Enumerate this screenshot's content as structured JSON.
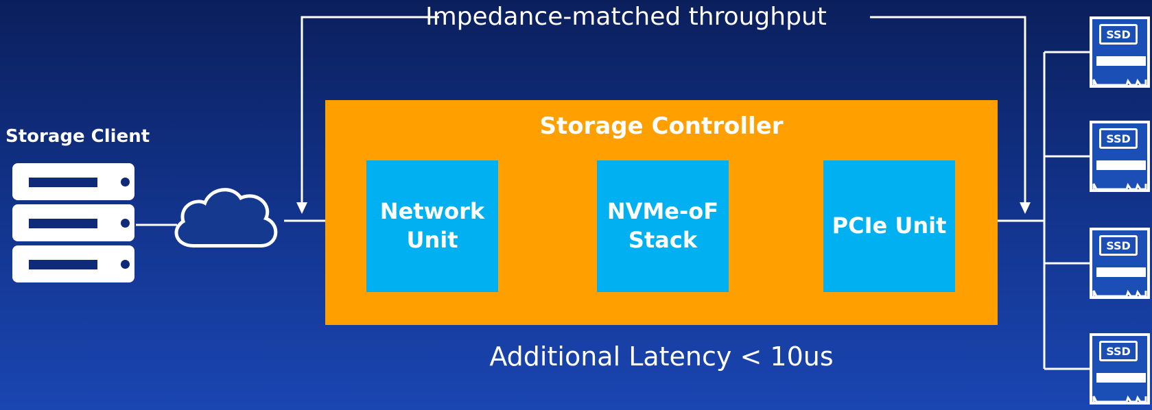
{
  "diagram": {
    "top_annotation": "Impedance-matched throughput",
    "client": {
      "label": "Storage Client"
    },
    "controller": {
      "title": "Storage Controller",
      "units": [
        {
          "label": "Network\nUnit"
        },
        {
          "label": "NVMe-oF\nStack"
        },
        {
          "label": "PCIe Unit"
        }
      ]
    },
    "latency_note": "Additional Latency < 10us",
    "ssds": [
      {
        "label": "SSD"
      },
      {
        "label": "SSD"
      },
      {
        "label": "SSD"
      },
      {
        "label": "SSD"
      }
    ]
  },
  "colors": {
    "background_top": "#0b1f5c",
    "background_bottom": "#1a46b2",
    "controller_fill": "#ffa000",
    "unit_fill": "#00b0f0",
    "line": "#ffffff"
  },
  "icons": [
    "server-rack-icon",
    "cloud-icon",
    "ssd-icon"
  ]
}
